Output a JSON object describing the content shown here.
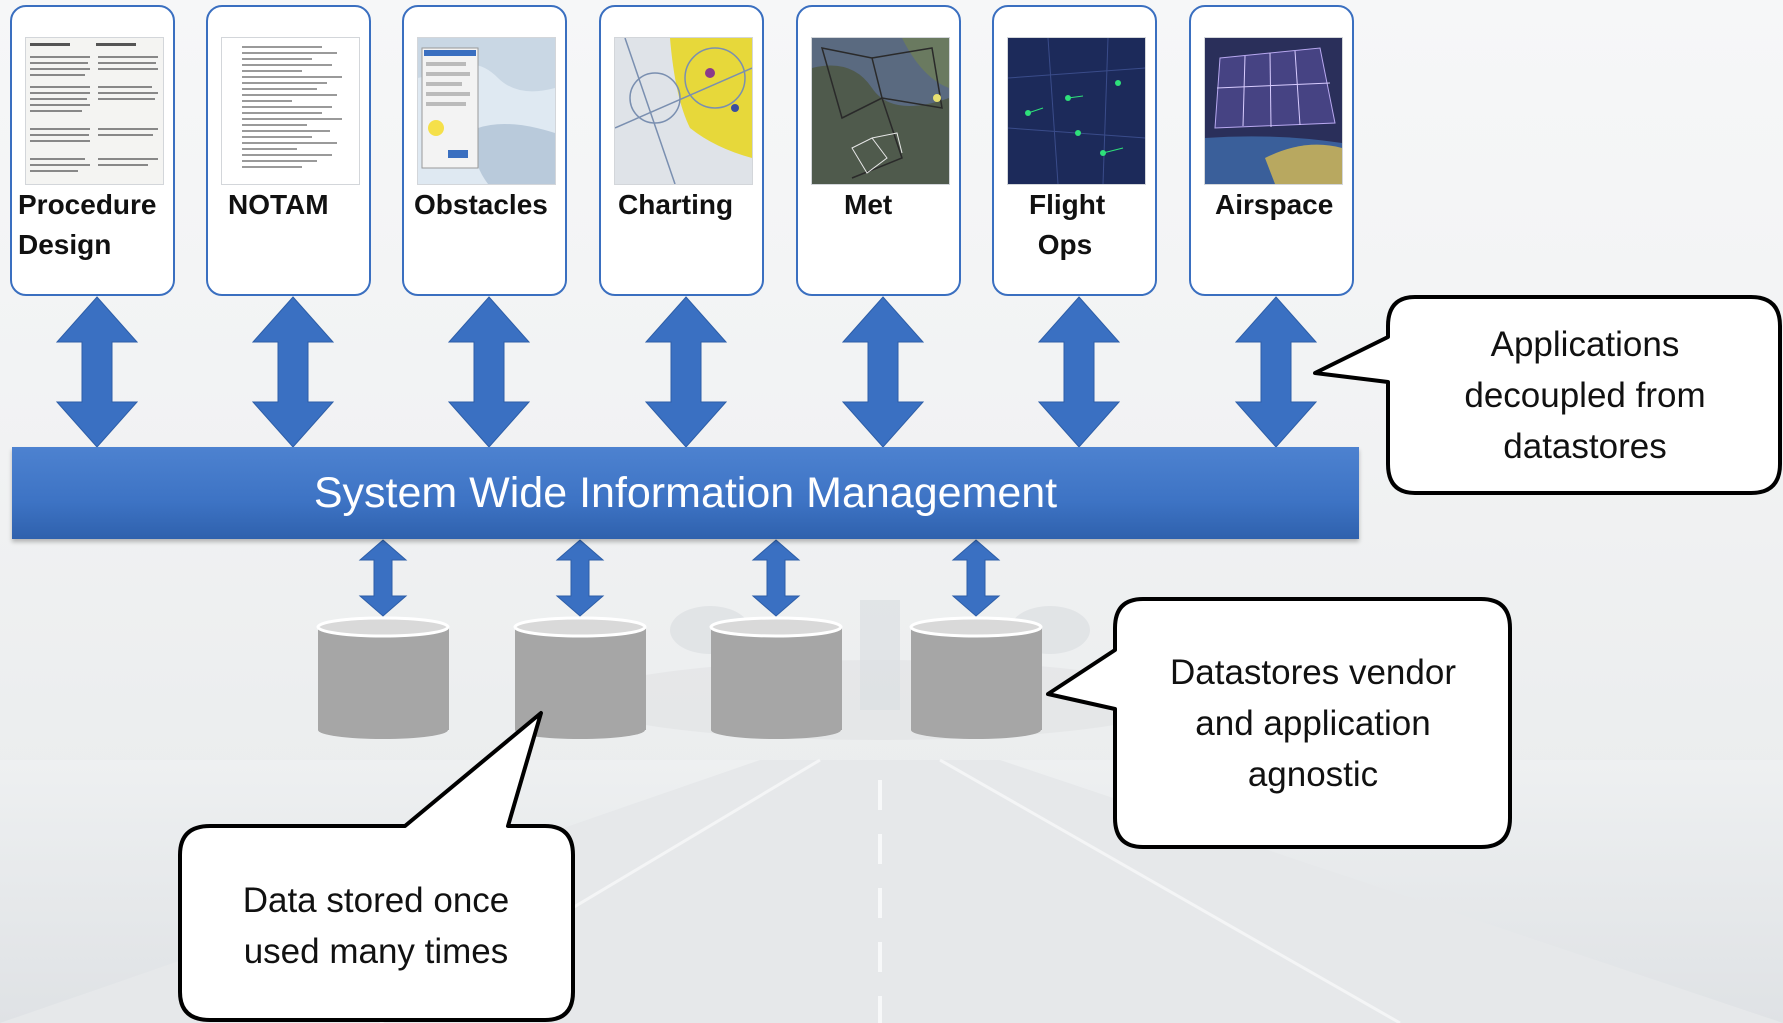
{
  "applications": [
    {
      "id": "procedure-design",
      "label": "Procedure\nDesign",
      "thumbnail": "document-page"
    },
    {
      "id": "notam",
      "label": "NOTAM",
      "thumbnail": "text-page"
    },
    {
      "id": "obstacles",
      "label": "Obstacles",
      "thumbnail": "map-dialog"
    },
    {
      "id": "charting",
      "label": "Charting",
      "thumbnail": "aeronautical-chart"
    },
    {
      "id": "met",
      "label": "Met",
      "thumbnail": "weather-map"
    },
    {
      "id": "flight-ops",
      "label": "Flight\nOps",
      "thumbnail": "radar-display"
    },
    {
      "id": "airspace",
      "label": "Airspace",
      "thumbnail": "3d-airspace"
    }
  ],
  "swim_bar": {
    "label": "System Wide Information Management"
  },
  "datastores": {
    "count": 4
  },
  "callouts": {
    "applications": "Applications\ndecoupled from\ndatastores",
    "datastores": "Datastores vendor\nand application\nagnostic",
    "data": "Data stored once\nused many times"
  },
  "colors": {
    "swim_bar": "#3d73c4",
    "arrow": "#3a70c2",
    "card_border": "#3a6fc0",
    "datastore": "#a6a6a6",
    "datastore_top": "#d9d9d9"
  }
}
